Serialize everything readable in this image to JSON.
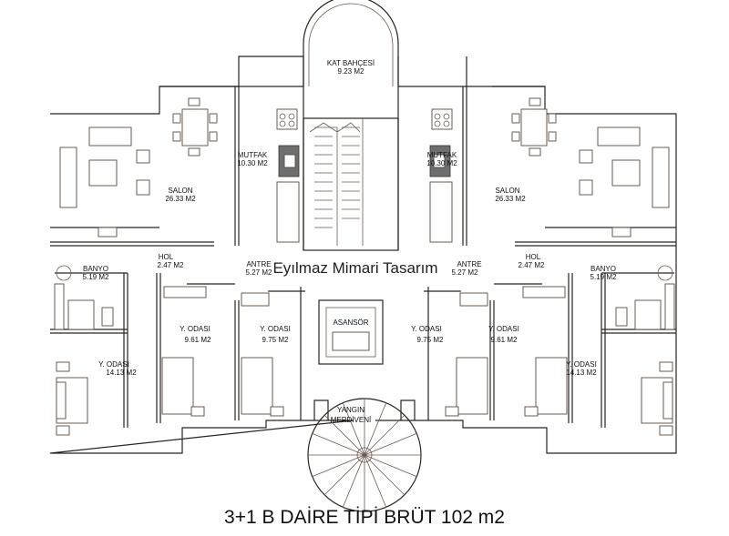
{
  "watermark": "Eyılmaz Mimari Tasarım",
  "title": "3+1 B DAİRE TİPİ BRÜT 102 m2",
  "rooms": {
    "kat_bahcesi": {
      "name": "KAT BAHÇESİ",
      "area": "9.23 M2"
    },
    "left": {
      "salon": {
        "name": "SALON",
        "area": "26.33 M2"
      },
      "mutfak": {
        "name": "MUTFAK",
        "area": "10.30 M2"
      },
      "hol": {
        "name": "HOL",
        "area": "2.47 M2"
      },
      "banyo": {
        "name": "BANYO",
        "area": "5.19 M2"
      },
      "antre": {
        "name": "ANTRE",
        "area": "5.27 M2"
      },
      "y_odasi_1": {
        "name": "Y. ODASI",
        "area": "14.13 M2"
      },
      "y_odasi_2": {
        "name": "Y. ODASI",
        "area": "9.61 M2"
      },
      "y_odasi_3": {
        "name": "Y. ODASI",
        "area": "9.75 M2"
      }
    },
    "right": {
      "salon": {
        "name": "SALON",
        "area": "26.33 M2"
      },
      "mutfak": {
        "name": "MUTFAK",
        "area": "10.30 M2"
      },
      "hol": {
        "name": "HOL",
        "area": "2.47 M2"
      },
      "banyo": {
        "name": "BANYO",
        "area": "5.19 M2"
      },
      "antre": {
        "name": "ANTRE",
        "area": "5.27 M2"
      },
      "y_odasi_1": {
        "name": "Y. ODASI",
        "area": "14.13 M2"
      },
      "y_odasi_2": {
        "name": "Y. ODASI",
        "area": "9.61 M2"
      },
      "y_odasi_3": {
        "name": "Y. ODASI",
        "area": "9.75 M2"
      }
    },
    "asansor": {
      "name": "ASANSÖR"
    },
    "yangin": {
      "line1": "YANGIN",
      "line2": "MERDİVENİ"
    }
  }
}
